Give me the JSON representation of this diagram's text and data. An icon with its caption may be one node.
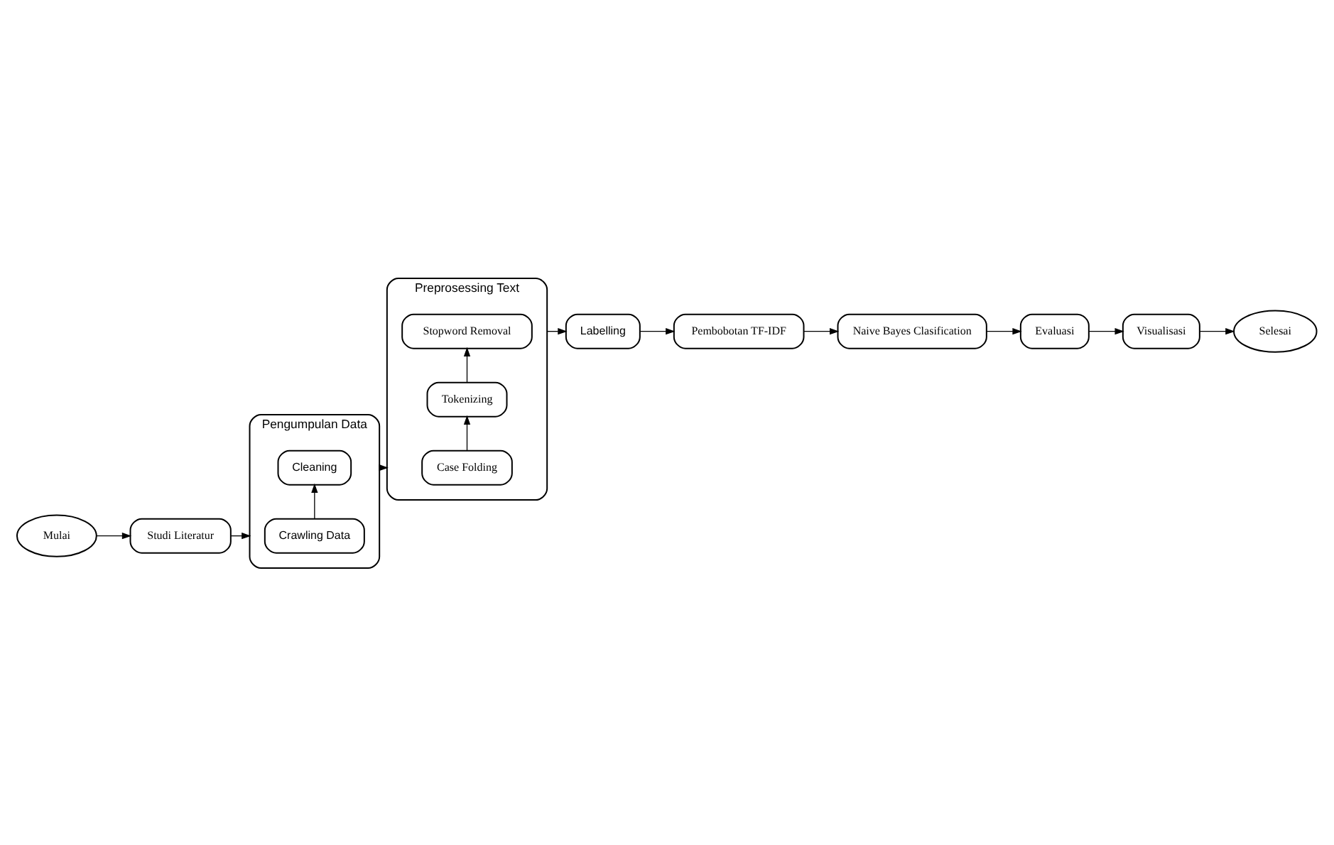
{
  "diagram": {
    "nodes": [
      {
        "text": [
          "Mulai"
        ]
      },
      {
        "text": [
          "Studi Literatur"
        ]
      },
      {
        "text": [
          "Pengumpulan Data"
        ]
      },
      {
        "text": [
          "Crawling Data"
        ],
        "in": 2
      },
      {
        "text": [
          "Cleaning"
        ],
        "in": 2
      },
      {
        "text": [
          "Preprosessing Text"
        ]
      },
      {
        "text": [
          "Case Folding"
        ],
        "in": 5
      },
      {
        "text": [
          "Tokenizing"
        ],
        "in": 5
      },
      {
        "text": [
          "Stopword Removal"
        ],
        "in": 5
      },
      {
        "text": [
          "Labelling"
        ]
      },
      {
        "text": [
          "Pembobotan TF-IDF"
        ]
      },
      {
        "text": [
          "Naive Bayes Clasification"
        ]
      },
      {
        "text": [
          "Evaluasi"
        ]
      },
      {
        "text": [
          "Visualisasi"
        ]
      },
      {
        "text": [
          "Selesai"
        ]
      }
    ],
    "edges": [
      {
        "from": 0,
        "to": 1,
        "arrow": "to"
      },
      {
        "from": 1,
        "to": 2,
        "arrow": "to"
      },
      {
        "from": 3,
        "to": 4,
        "arrow": "to"
      },
      {
        "from": 2,
        "to": 5,
        "arrow": "to"
      },
      {
        "from": 6,
        "to": 7,
        "arrow": "to"
      },
      {
        "from": 7,
        "to": 8,
        "arrow": "to"
      },
      {
        "from": 5,
        "to": 9,
        "arrow": "to"
      },
      {
        "from": 9,
        "to": 10,
        "arrow": "to"
      },
      {
        "from": 10,
        "to": 11,
        "arrow": "to"
      },
      {
        "from": 11,
        "to": 12,
        "arrow": "to"
      },
      {
        "from": 12,
        "to": 13,
        "arrow": "to"
      },
      {
        "from": 13,
        "to": 14,
        "arrow": "to"
      }
    ]
  }
}
